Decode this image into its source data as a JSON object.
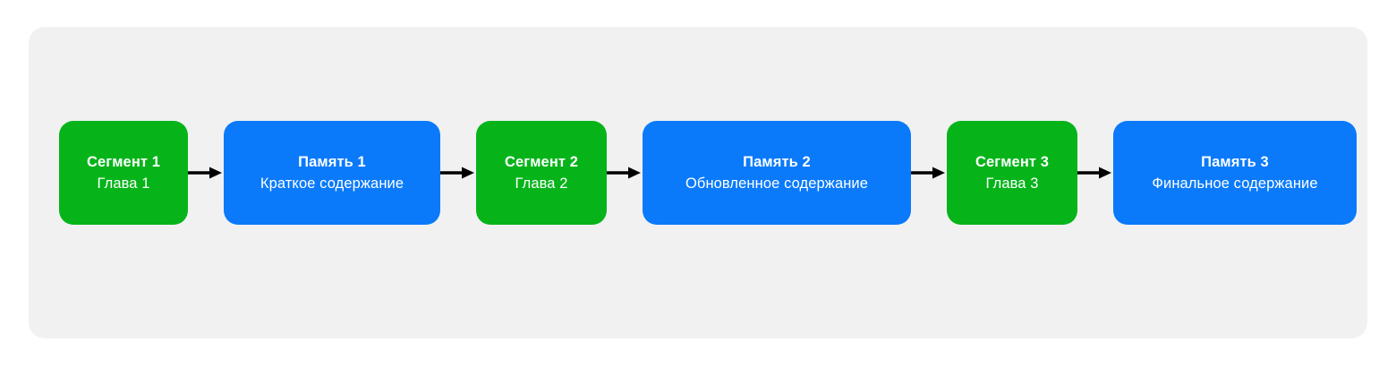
{
  "diagram": {
    "name": "memory-segment-pipeline",
    "panel_background": "#f1f1f1",
    "page_background": "#ffffff",
    "colors": {
      "segment": "#06b41a",
      "memory": "#0a7afa",
      "arrow": "#000000",
      "node_text": "#ffffff"
    },
    "arrow_icon": "arrow-right-icon",
    "nodes": [
      {
        "id": "segment-1",
        "kind": "segment",
        "title": "Сегмент 1",
        "subtitle": "Глава 1",
        "color": "#06b41a"
      },
      {
        "id": "memory-1",
        "kind": "memory",
        "title": "Память 1",
        "subtitle": "Краткое содержание",
        "color": "#0a7afa"
      },
      {
        "id": "segment-2",
        "kind": "segment",
        "title": "Сегмент 2",
        "subtitle": "Глава 2",
        "color": "#06b41a"
      },
      {
        "id": "memory-2",
        "kind": "memory",
        "title": "Память 2",
        "subtitle": "Обновленное содержание",
        "color": "#0a7afa"
      },
      {
        "id": "segment-3",
        "kind": "segment",
        "title": "Сегмент 3",
        "subtitle": "Глава 3",
        "color": "#06b41a"
      },
      {
        "id": "memory-3",
        "kind": "memory",
        "title": "Память 3",
        "subtitle": "Финальное содержание",
        "color": "#0a7afa"
      }
    ]
  }
}
